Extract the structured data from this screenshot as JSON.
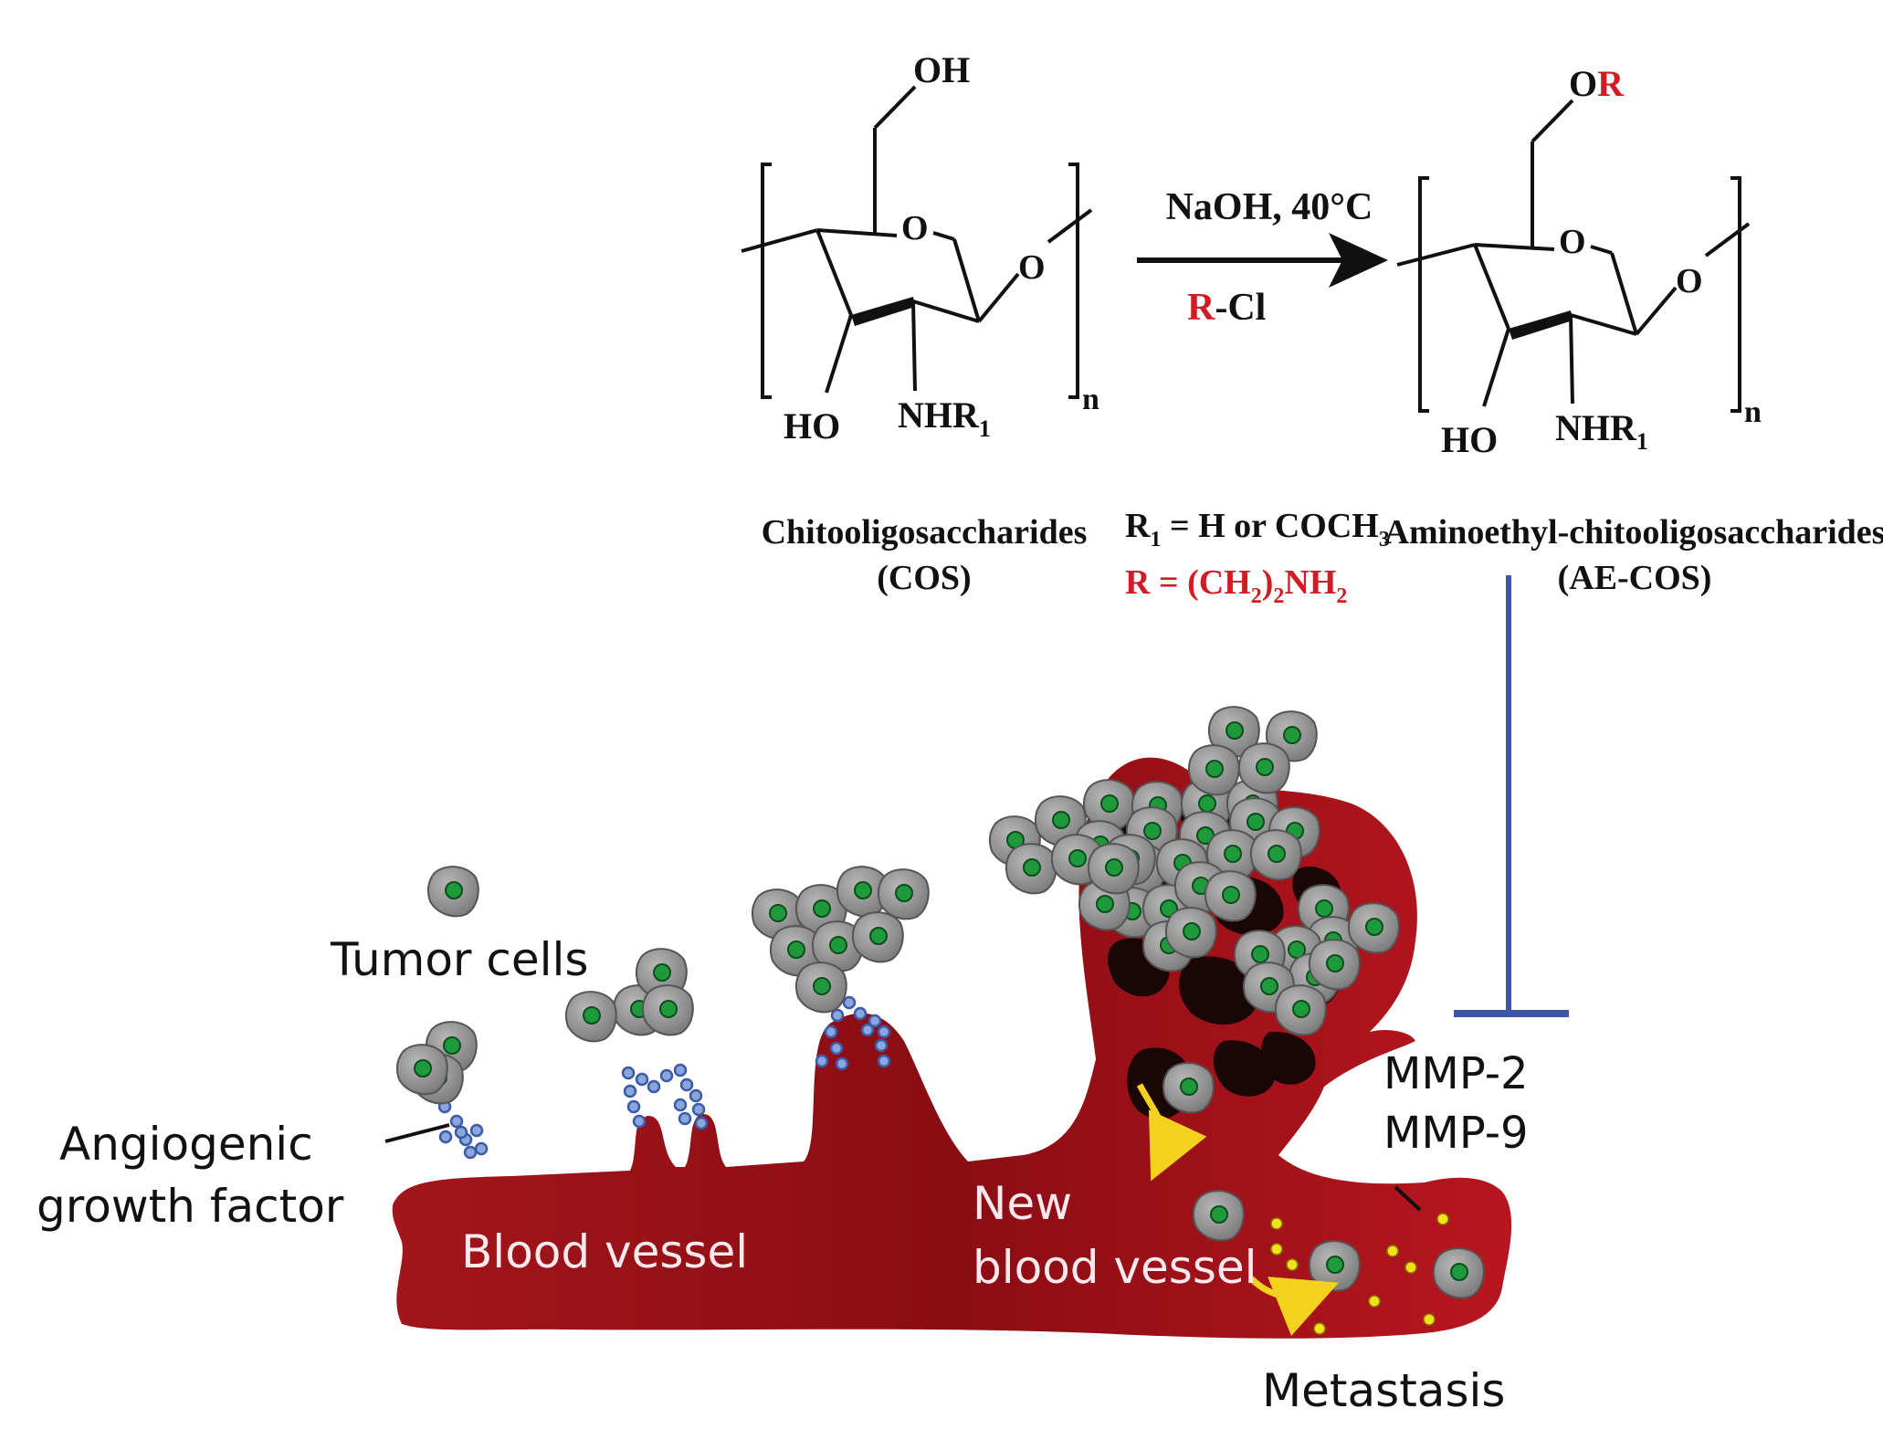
{
  "reaction": {
    "reagent_top": "NaOH, 40°C",
    "reagent_bottom_prefix": "R",
    "reagent_bottom_suffix": "-Cl",
    "repeat_index": "n",
    "reactant": {
      "top_group": "OH",
      "ring_o": "O",
      "bridge_o": "O",
      "left_group": "HO",
      "amine_group": "NHR",
      "amine_sub": "1",
      "name": "Chitooligosaccharides",
      "abbr": "(COS)"
    },
    "product": {
      "top_group_prefix": "O",
      "top_group_r": "R",
      "ring_o": "O",
      "bridge_o": "O",
      "left_group": "HO",
      "amine_group": "NHR",
      "amine_sub": "1",
      "name": "Aminoethyl-chitooligosaccharides",
      "abbr": "(AE-COS)"
    },
    "definitions": {
      "r1_lhs": "R",
      "r1_sub": "1",
      "r1_rhs": " = H or COCH",
      "r1_rhs_sub": "3",
      "r_lhs": "R = (CH",
      "r_sub1": "2",
      "r_mid": ")",
      "r_sub2": "2",
      "r_end": "NH",
      "r_sub3": "2"
    }
  },
  "biology": {
    "tumor_cells": "Tumor cells",
    "angiogenic_line1": "Angiogenic",
    "angiogenic_line2": "growth factor",
    "blood_vessel": "Blood vessel",
    "new_vessel_line1": "New",
    "new_vessel_line2": "blood vessel",
    "mmp2": "MMP-2",
    "mmp9": "MMP-9",
    "metastasis": "Metastasis"
  },
  "colors": {
    "vessel_dark": "#8e0f16",
    "vessel_light": "#c0392b",
    "cell_gray": "#8c8c8c",
    "nucleus_green": "#1e9a3c",
    "growth_factor_blue": "#3b5aa8",
    "mmp_yellow": "#f2e21c",
    "arrow_yellow": "#f2d21c",
    "inhibition_blue": "#3a56a5",
    "r_group_red": "#d01c24"
  }
}
